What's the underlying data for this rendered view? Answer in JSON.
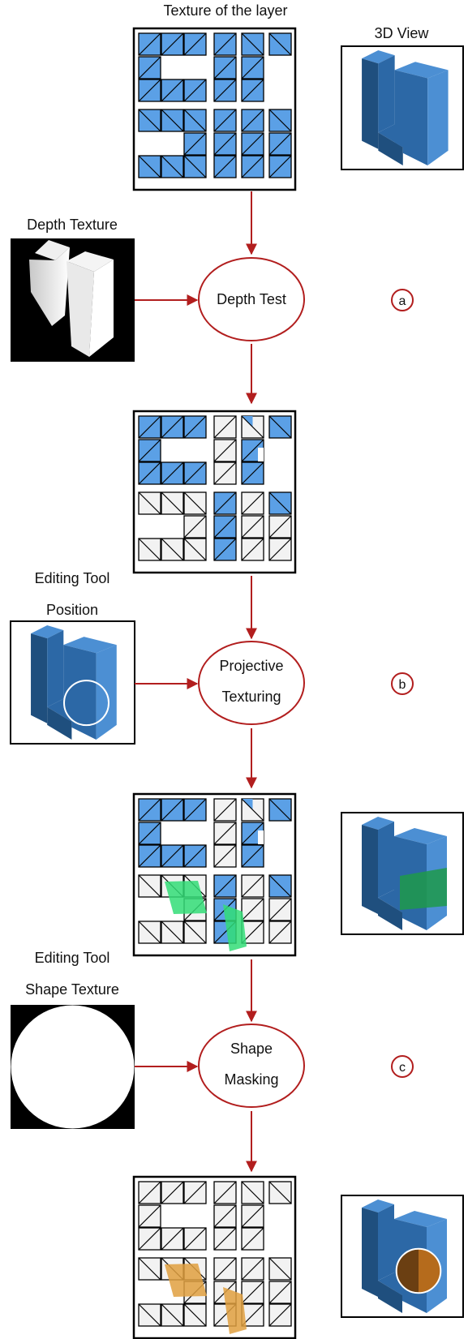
{
  "labels": {
    "texture_of_layer": "Texture of the layer",
    "view_3d": "3D View",
    "depth_texture": "Depth  Texture",
    "editing_tool_position_1": "Editing Tool",
    "editing_tool_position_2": "Position",
    "editing_tool_shape_1": "Editing Tool",
    "editing_tool_shape_2": "Shape Texture"
  },
  "steps": [
    {
      "line1": "Depth Test",
      "line2": "",
      "tag": "a"
    },
    {
      "line1": "Projective",
      "line2": "Texturing",
      "tag": "b"
    },
    {
      "line1": "Shape",
      "line2": "Masking",
      "tag": "c"
    }
  ],
  "colors": {
    "arrow": "#b21e1e",
    "blue_tile": "#5ba0e6",
    "white_tile": "#f2f2f2",
    "green": "#33dd77",
    "orange": "#e0a040",
    "block_dark": "#1f4f7e",
    "block_mid": "#2c68a6",
    "block_light": "#4c8fd3"
  }
}
